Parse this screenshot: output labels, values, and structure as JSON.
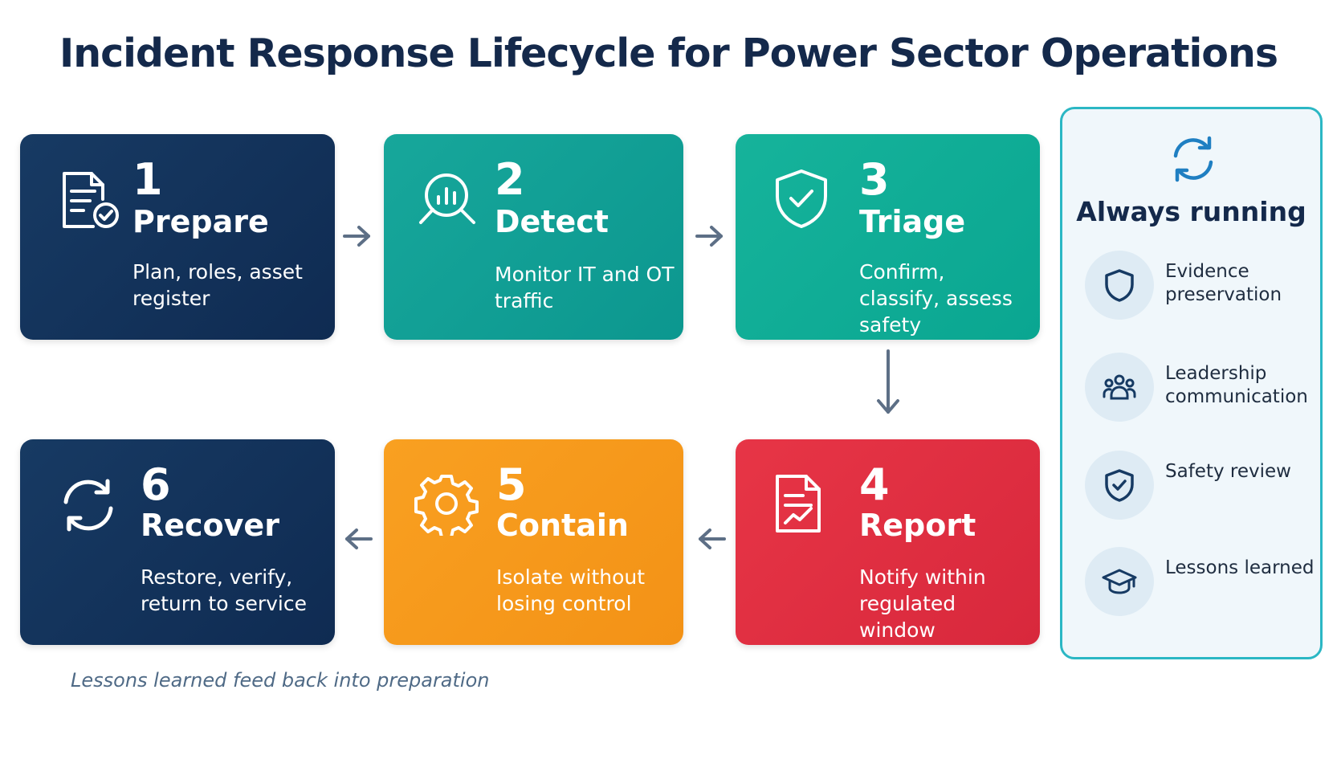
{
  "title": "Incident Response Lifecycle for Power Sector Operations",
  "steps": [
    {
      "number": "1",
      "name": "Prepare",
      "description": "Plan, roles, asset register",
      "icon": "checklist-document-icon",
      "color": "#133460"
    },
    {
      "number": "2",
      "name": "Detect",
      "description": "Monitor IT and OT traffic",
      "icon": "magnifier-chart-icon",
      "color": "#12a096"
    },
    {
      "number": "3",
      "name": "Triage",
      "description": "Confirm, classify, assess safety",
      "icon": "shield-check-icon",
      "color": "#10ad97"
    },
    {
      "number": "4",
      "name": "Report",
      "description": "Notify within regulated window",
      "icon": "report-chart-icon",
      "color": "#e02f42"
    },
    {
      "number": "5",
      "name": "Contain",
      "description": "Isolate without losing control",
      "icon": "gear-icon",
      "color": "#f6991b"
    },
    {
      "number": "6",
      "name": "Recover",
      "description": "Restore, verify, return to service",
      "icon": "refresh-icon",
      "color": "#133460"
    }
  ],
  "sidebar": {
    "icon": "refresh-icon",
    "heading": "Always running",
    "items": [
      {
        "label": "Evidence preservation",
        "icon": "shield-icon"
      },
      {
        "label": "Leadership communication",
        "icon": "people-group-icon"
      },
      {
        "label": "Safety review",
        "icon": "shield-check-icon"
      },
      {
        "label": "Lessons learned",
        "icon": "graduation-cap-icon"
      }
    ]
  },
  "footnote": "Lessons learned feed back into preparation",
  "colors": {
    "accent": "#2bb7c4",
    "navy": "#14294b",
    "arrow": "#5d6f86"
  }
}
